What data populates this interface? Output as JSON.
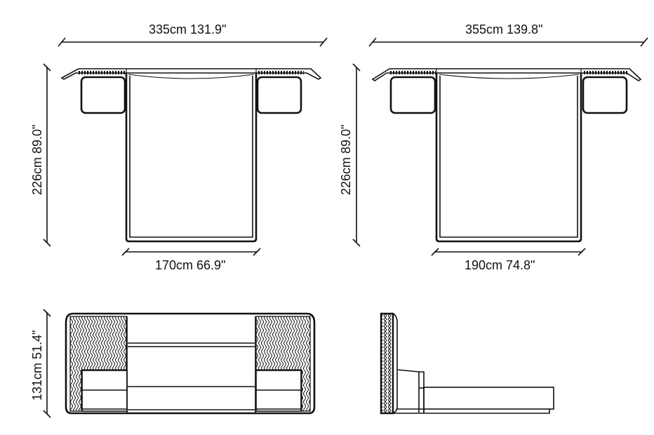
{
  "diagram": {
    "type": "furniture dimension drawing",
    "subject": "bed with wide headboard and integrated nightstands",
    "colors": {
      "line": "#111111",
      "background": "#ffffff"
    },
    "views": [
      {
        "id": "top-view-small",
        "label": "Top view (smaller bed)",
        "dimensions": {
          "overall_width": "335cm 131.9\"",
          "length": "226cm 89.0\"",
          "bed_width": "170cm 66.9\""
        }
      },
      {
        "id": "top-view-large",
        "label": "Top view (larger bed)",
        "dimensions": {
          "overall_width": "355cm 139.8\"",
          "length": "226cm 89.0\"",
          "bed_width": "190cm 74.8\""
        }
      },
      {
        "id": "front-view",
        "label": "Front elevation",
        "dimensions": {
          "height": "131cm 51.4\""
        }
      },
      {
        "id": "side-view",
        "label": "Side elevation",
        "dimensions": {}
      }
    ]
  }
}
